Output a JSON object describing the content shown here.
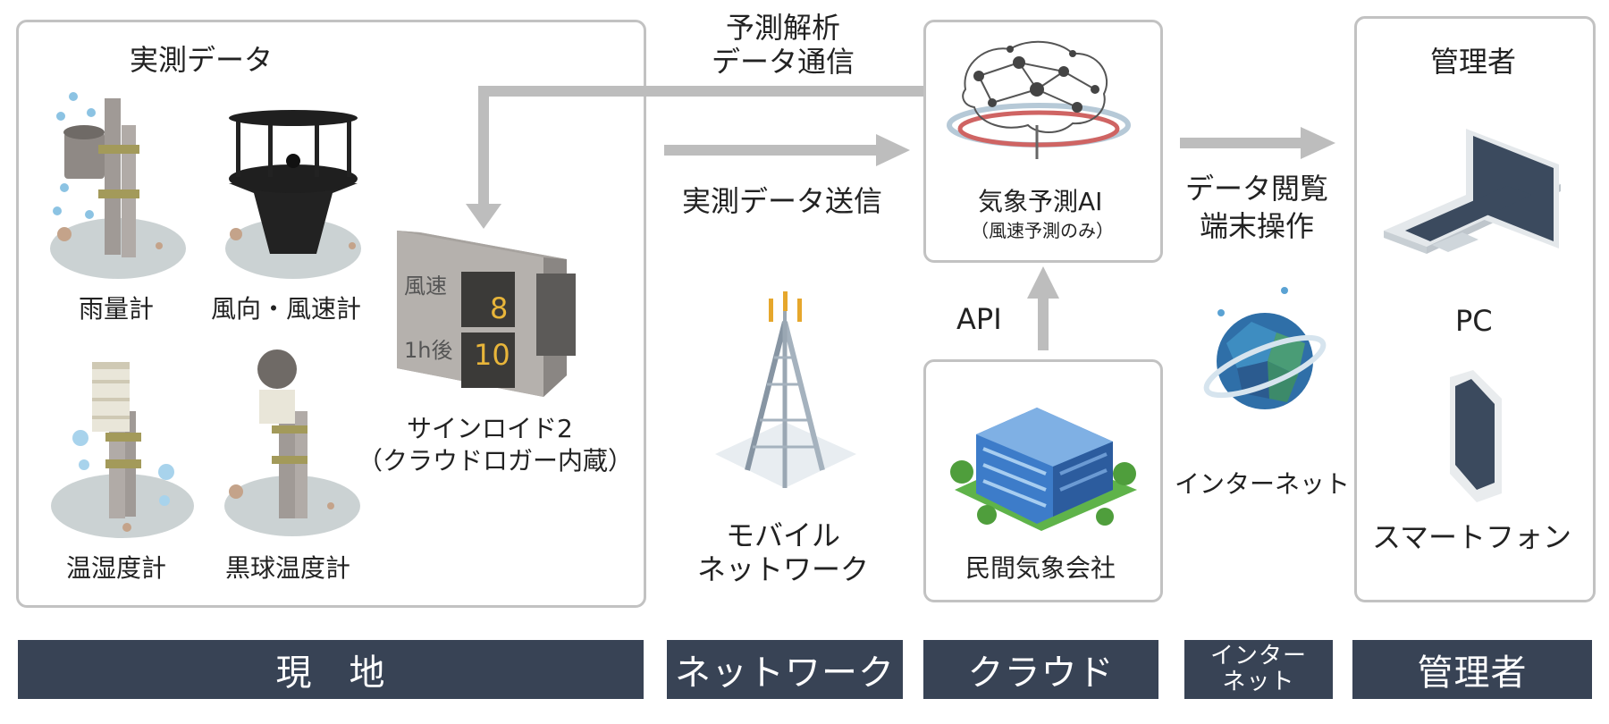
{
  "site": {
    "title": "実測データ",
    "sensors": [
      {
        "label": "雨量計"
      },
      {
        "label": "風向・風速計"
      },
      {
        "label": "温湿度計"
      },
      {
        "label": "黒球温度計"
      }
    ],
    "signboard": {
      "row1_text": "風速",
      "row1_value": "8",
      "row2_text": "1h後",
      "row2_value": "10",
      "label_line1": "サインロイド2",
      "label_line2": "（クラウドロガー内蔵）"
    }
  },
  "arrows": {
    "top_label_line1": "予測解析",
    "top_label_line2": "データ通信",
    "send_label": "実測データ送信",
    "api_label": "API",
    "view_label_line1": "データ閲覧",
    "view_label_line2": "端末操作"
  },
  "network": {
    "tower_label_line1": "モバイル",
    "tower_label_line2": "ネットワーク"
  },
  "cloud": {
    "ai_label": "気象予測AI",
    "ai_sublabel": "（風速予測のみ）",
    "company_label": "民間気象会社"
  },
  "internet": {
    "label": "インターネット"
  },
  "admin": {
    "title": "管理者",
    "pc_label": "PC",
    "phone_label": "スマートフォン"
  },
  "bands": [
    {
      "label": "現　地"
    },
    {
      "label": "ネットワーク"
    },
    {
      "label": "クラウド"
    },
    {
      "line1": "インター",
      "line2": "ネット"
    },
    {
      "label": "管理者"
    }
  ],
  "colors": {
    "band": "#384355",
    "frame": "#c2c2c2",
    "arrow": "#bdbdbd",
    "signboard_digits": "#e8b53a",
    "building": "#3d7cc9"
  }
}
